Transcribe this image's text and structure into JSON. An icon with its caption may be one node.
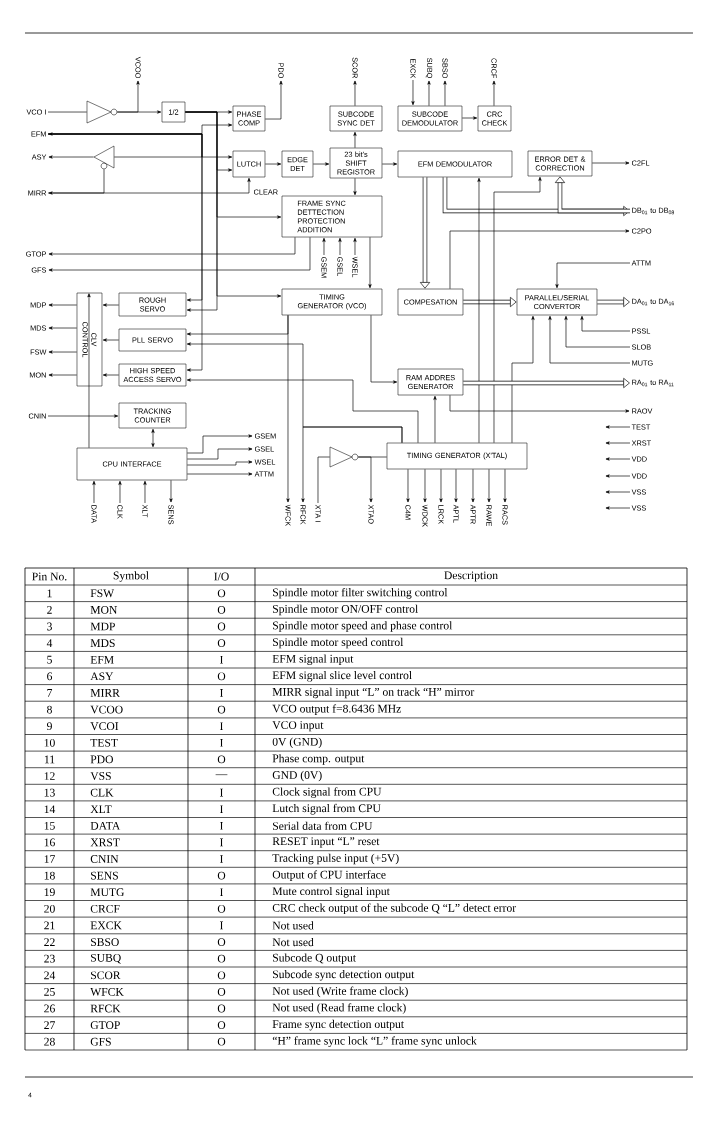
{
  "diagram": {
    "nodes": [
      {
        "text": [
          "VCOO"
        ]
      },
      {
        "text": [
          "PDO"
        ]
      },
      {
        "text": [
          "SCOR"
        ]
      },
      {
        "text": [
          "EXCK"
        ]
      },
      {
        "text": [
          "SUBQ"
        ]
      },
      {
        "text": [
          "SBSO"
        ]
      },
      {
        "text": [
          "CRCF"
        ]
      },
      {
        "text": [
          "VCO I"
        ]
      },
      {
        "text": [],
        "shape": "triangle"
      },
      {
        "text": [
          "1/2"
        ]
      },
      {
        "text": [
          "PHASE COMP"
        ]
      },
      {
        "text": [
          "SUBCODE SYNC DET"
        ]
      },
      {
        "text": [
          "SUBCODE DEMODULATOR"
        ]
      },
      {
        "text": [
          "CRC CHECK"
        ]
      },
      {
        "text": [
          "EFM"
        ]
      },
      {
        "text": [
          "ASY"
        ]
      },
      {
        "text": [],
        "shape": "triangle"
      },
      {
        "text": [
          "LUTCH"
        ]
      },
      {
        "text": [
          "EDGE DET"
        ]
      },
      {
        "text": [
          "23 bit's SHIFT REGISTOR"
        ]
      },
      {
        "text": [
          "EFM DEMODULATOR"
        ]
      },
      {
        "text": [
          "ERROR DET & CORRECTION"
        ]
      },
      {
        "text": [
          "C2FL"
        ]
      },
      {
        "text": [
          "MIRR"
        ]
      },
      {
        "text": [
          "FRAME SYNC DETTECTION PROTECTION ADDITION"
        ]
      },
      {
        "text": [
          "DB$_{01}$ to DB$_{08}$"
        ]
      },
      {
        "text": [
          "C2PO"
        ]
      },
      {
        "text": [
          "GTOP"
        ]
      },
      {
        "text": [
          "GFS"
        ]
      },
      {
        "text": [
          "GSEM"
        ]
      },
      {
        "text": [
          "GSEL"
        ]
      },
      {
        "text": [
          "WSEL"
        ]
      },
      {
        "text": [
          "ATTM"
        ]
      },
      {
        "text": [
          "MDP"
        ]
      },
      {
        "text": [
          "ROUGH SERVO"
        ]
      },
      {
        "text": [
          "TIMING GENERATOR (VCO)"
        ]
      },
      {
        "text": [
          "COMPESATION"
        ]
      },
      {
        "text": [
          "PARALLEL/SERIAL CONVERTOR"
        ]
      },
      {
        "text": [
          "DA$_{01}$ to DA$_{16}$"
        ]
      },
      {
        "text": [
          "MDS"
        ]
      },
      {
        "text": [
          "CLV CONTROL"
        ]
      },
      {
        "text": [
          "PLL SERVO"
        ]
      },
      {
        "text": [
          "PSSL"
        ]
      },
      {
        "text": [
          "FSW"
        ]
      },
      {
        "text": [
          "SLOB"
        ]
      },
      {
        "text": [
          "MUTG"
        ]
      },
      {
        "text": [
          "MON"
        ]
      },
      {
        "text": [
          "HIGH SPEED ACCESS SERVO"
        ]
      },
      {
        "text": [
          "RAM ADDRES GENERATOR"
        ]
      },
      {
        "text": [
          "RA$_{01}$ to RA$_{11}$"
        ]
      },
      {
        "text": [
          "CNIN"
        ]
      },
      {
        "text": [
          "TRACKING COUNTER"
        ]
      },
      {
        "text": [
          "RAOV"
        ]
      },
      {
        "text": [
          "TEST"
        ]
      },
      {
        "text": [
          "GSEM"
        ]
      },
      {
        "text": [
          "GSEL"
        ]
      },
      {
        "text": [
          "XRST"
        ]
      },
      {
        "text": [
          "CPU INTERFACE"
        ]
      },
      {
        "text": [
          "WSEL"
        ]
      },
      {
        "text": [],
        "shape": "triangle"
      },
      {
        "text": [
          "TIMING GENERATOR (X'TAL)"
        ]
      },
      {
        "text": [
          "VDD"
        ]
      },
      {
        "text": [
          "ATTM"
        ]
      },
      {
        "text": [
          "VDD"
        ]
      },
      {
        "text": [
          "VSS"
        ]
      },
      {
        "text": [
          "VSS"
        ]
      },
      {
        "text": [
          "DATA"
        ]
      },
      {
        "text": [
          "CLK"
        ]
      },
      {
        "text": [
          "XLT"
        ]
      },
      {
        "text": [
          "SENS"
        ]
      },
      {
        "text": [
          "WFCK"
        ]
      },
      {
        "text": [
          "RFCK"
        ]
      },
      {
        "text": [
          "XTA I"
        ]
      },
      {
        "text": [
          "XTAO"
        ]
      },
      {
        "text": [
          "C4M"
        ]
      },
      {
        "text": [
          "WDCK"
        ]
      },
      {
        "text": [
          "LRCK"
        ]
      },
      {
        "text": [
          "APTL"
        ]
      },
      {
        "text": [
          "APTR"
        ]
      },
      {
        "text": [
          "RAWE"
        ]
      },
      {
        "text": [
          "RACS"
        ]
      }
    ],
    "edges": [
      {
        "from": 7,
        "to": 8,
        "arrow": "none"
      },
      {
        "from": 8,
        "to": 9,
        "arrow": "to"
      },
      {
        "from": 8,
        "to": 0,
        "arrow": "to"
      },
      {
        "from": 9,
        "to": 10,
        "arrow": "to"
      },
      {
        "from": 9,
        "to": 17,
        "arrow": "to"
      },
      {
        "from": 9,
        "to": 24,
        "arrow": "to"
      },
      {
        "from": 9,
        "to": 35,
        "arrow": "to"
      },
      {
        "from": 9,
        "to": 34,
        "arrow": "to"
      },
      {
        "from": 10,
        "to": 1,
        "arrow": "to"
      },
      {
        "from": 14,
        "to": 10,
        "arrow": "both"
      },
      {
        "from": 14,
        "to": 17,
        "arrow": "to"
      },
      {
        "from": 14,
        "to": 16,
        "arrow": "none"
      },
      {
        "from": 14,
        "to": 34,
        "arrow": "to"
      },
      {
        "from": 14,
        "to": 47,
        "arrow": "to"
      },
      {
        "from": 16,
        "to": 15,
        "arrow": "to"
      },
      {
        "from": 16,
        "to": 23,
        "arrow": "to"
      },
      {
        "from": 23,
        "to": 17,
        "arrow": "to",
        "label": "CLEAR"
      },
      {
        "from": 17,
        "to": 18,
        "arrow": "to"
      },
      {
        "from": 18,
        "to": 19,
        "arrow": "to"
      },
      {
        "from": 19,
        "to": 11,
        "arrow": "to"
      },
      {
        "from": 19,
        "to": 20,
        "arrow": "to"
      },
      {
        "from": 19,
        "to": 24,
        "arrow": "to"
      },
      {
        "from": 11,
        "to": 2,
        "arrow": "to"
      },
      {
        "from": 3,
        "to": 12,
        "arrow": "to"
      },
      {
        "from": 12,
        "to": 4,
        "arrow": "to"
      },
      {
        "from": 12,
        "to": 5,
        "arrow": "to"
      },
      {
        "from": 12,
        "to": 13,
        "arrow": "to"
      },
      {
        "from": 13,
        "to": 6,
        "arrow": "to"
      },
      {
        "from": 21,
        "to": 22,
        "arrow": "to"
      },
      {
        "from": 20,
        "to": 25,
        "arrow": "to",
        "style": "thick"
      },
      {
        "from": 25,
        "to": 21,
        "arrow": "to",
        "style": "thick"
      },
      {
        "from": 20,
        "to": 36,
        "arrow": "to",
        "style": "thick"
      },
      {
        "from": 36,
        "to": 26,
        "arrow": "to"
      },
      {
        "from": 36,
        "to": 37,
        "arrow": "to",
        "style": "thick"
      },
      {
        "from": 37,
        "to": 38,
        "arrow": "to",
        "style": "thick"
      },
      {
        "from": 32,
        "to": 37,
        "arrow": "to"
      },
      {
        "from": 42,
        "to": 37,
        "arrow": "to"
      },
      {
        "from": 44,
        "to": 37,
        "arrow": "to"
      },
      {
        "from": 45,
        "to": 37,
        "arrow": "to"
      },
      {
        "from": 60,
        "to": 37,
        "arrow": "to"
      },
      {
        "from": 60,
        "to": 20,
        "arrow": "to"
      },
      {
        "from": 60,
        "to": 21,
        "arrow": "to"
      },
      {
        "from": 24,
        "to": 35,
        "arrow": "to"
      },
      {
        "from": 24,
        "to": 27,
        "arrow": "to"
      },
      {
        "from": 24,
        "to": 28,
        "arrow": "to"
      },
      {
        "from": 29,
        "to": 24,
        "arrow": "to"
      },
      {
        "from": 30,
        "to": 24,
        "arrow": "to"
      },
      {
        "from": 31,
        "to": 24,
        "arrow": "to"
      },
      {
        "from": 35,
        "to": 48,
        "arrow": "to"
      },
      {
        "from": 60,
        "to": 48,
        "arrow": "to"
      },
      {
        "from": 48,
        "to": 49,
        "arrow": "to",
        "style": "thick"
      },
      {
        "from": 48,
        "to": 52,
        "arrow": "to"
      },
      {
        "from": 35,
        "to": 70,
        "arrow": "to"
      },
      {
        "from": 35,
        "to": 41,
        "arrow": "to"
      },
      {
        "from": 60,
        "to": 71,
        "arrow": "to"
      },
      {
        "from": 60,
        "to": 41,
        "arrow": "to"
      },
      {
        "from": 60,
        "to": 47,
        "arrow": "to"
      },
      {
        "from": 34,
        "to": 40,
        "arrow": "to"
      },
      {
        "from": 41,
        "to": 40,
        "arrow": "to"
      },
      {
        "from": 47,
        "to": 40,
        "arrow": "to"
      },
      {
        "from": 40,
        "to": 33,
        "arrow": "to"
      },
      {
        "from": 40,
        "to": 39,
        "arrow": "to"
      },
      {
        "from": 40,
        "to": 43,
        "arrow": "to"
      },
      {
        "from": 40,
        "to": 46,
        "arrow": "to"
      },
      {
        "from": 50,
        "to": 51,
        "arrow": "to"
      },
      {
        "from": 51,
        "to": 57,
        "arrow": "both"
      },
      {
        "from": 57,
        "to": 40,
        "arrow": "to"
      },
      {
        "from": 57,
        "to": 54,
        "arrow": "to"
      },
      {
        "from": 57,
        "to": 55,
        "arrow": "to"
      },
      {
        "from": 57,
        "to": 58,
        "arrow": "to"
      },
      {
        "from": 57,
        "to": 62,
        "arrow": "to"
      },
      {
        "from": 66,
        "to": 57,
        "arrow": "to"
      },
      {
        "from": 67,
        "to": 57,
        "arrow": "to"
      },
      {
        "from": 68,
        "to": 57,
        "arrow": "to"
      },
      {
        "from": 57,
        "to": 69,
        "arrow": "to"
      },
      {
        "from": 72,
        "to": 59,
        "arrow": "none"
      },
      {
        "from": 59,
        "to": 60,
        "arrow": "none"
      },
      {
        "from": 59,
        "to": 73,
        "arrow": "to"
      },
      {
        "from": 60,
        "to": 74,
        "arrow": "to"
      },
      {
        "from": 60,
        "to": 75,
        "arrow": "to"
      },
      {
        "from": 60,
        "to": 76,
        "arrow": "to"
      },
      {
        "from": 60,
        "to": 77,
        "arrow": "to"
      },
      {
        "from": 60,
        "to": 78,
        "arrow": "to"
      },
      {
        "from": 60,
        "to": 79,
        "arrow": "to"
      },
      {
        "from": 60,
        "to": 80,
        "arrow": "to"
      },
      {
        "from": 53,
        "to": null,
        "arrow": "to"
      },
      {
        "from": 56,
        "to": null,
        "arrow": "to"
      },
      {
        "from": 61,
        "to": null,
        "arrow": "to"
      },
      {
        "from": 63,
        "to": null,
        "arrow": "to"
      },
      {
        "from": 64,
        "to": null,
        "arrow": "to"
      },
      {
        "from": 65,
        "to": null,
        "arrow": "to"
      }
    ],
    "labels": [
      "Pin No.",
      "Symbol",
      "I/O",
      "Description",
      "1",
      "FSW",
      "O",
      "Spindle motor filter switching control",
      "2",
      "MON",
      "O",
      "Spindle motor ON/OFF control",
      "3",
      "MDP",
      "O",
      "Spindle motor speed and phase control",
      "4",
      "MDS",
      "O",
      "Spindle motor speed control",
      "5",
      "EFM",
      "I",
      "EFM signal input",
      "6",
      "ASY",
      "O",
      "EFM signal slice level control",
      "7",
      "MIRR",
      "I",
      "MIRR signal input “L” on track “H” mirror",
      "8",
      "VCOO",
      "O",
      "VCO output f=8.6436 MHz",
      "9",
      "VCOI",
      "I",
      "VCO input",
      "10",
      "TEST",
      "I",
      "0V (GND)",
      "11",
      "PDO",
      "O",
      "Phase comp. output",
      "12",
      "VSS",
      "—",
      "GND (0V)",
      "13",
      "CLK",
      "I",
      "Clock signal from CPU",
      "14",
      "XLT",
      "I",
      "Lutch signal from CPU",
      "15",
      "DATA",
      "I",
      "Serial data from CPU",
      "16",
      "XRST",
      "I",
      "RESET input “L” reset",
      "17",
      "CNIN",
      "I",
      "Tracking pulse input (+5V)",
      "18",
      "SENS",
      "O",
      "Output of CPU interface",
      "19",
      "MUTG",
      "I",
      "Mute control signal input",
      "20",
      "CRCF",
      "O",
      "CRC check output of the subcode Q “L” detect error",
      "21",
      "EXCK",
      "I",
      "Not used",
      "22",
      "SBSO",
      "O",
      "Not used",
      "23",
      "SUBQ",
      "O",
      "Subcode Q output",
      "24",
      "SCOR",
      "O",
      "Subcode sync detection output",
      "25",
      "WFCK",
      "O",
      "Not used (Write frame clock)",
      "26",
      "RFCK",
      "O",
      "Not used (Read frame clock)",
      "27",
      "GTOP",
      "O",
      "Frame sync detection output",
      "28",
      "GFS",
      "O",
      "“H” frame sync lock “L” frame sync unlock",
      "4"
    ]
  }
}
